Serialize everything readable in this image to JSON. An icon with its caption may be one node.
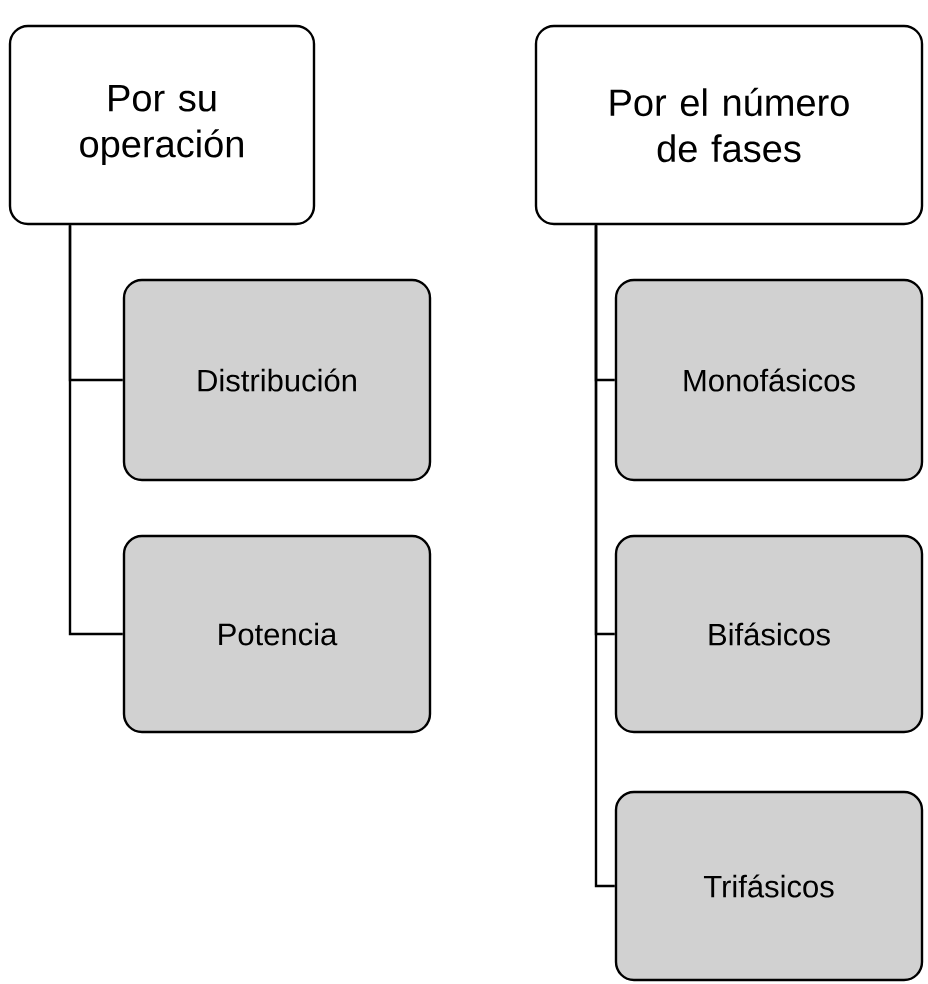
{
  "diagram": {
    "nodes": [
      {
        "text": [
          "Por su operación"
        ]
      },
      {
        "text": [
          "Distribución"
        ]
      },
      {
        "text": [
          "Potencia"
        ]
      },
      {
        "text": [
          "Por el número de fases"
        ]
      },
      {
        "text": [
          "Monofásicos"
        ]
      },
      {
        "text": [
          "Bifásicos"
        ]
      },
      {
        "text": [
          "Trifásicos"
        ]
      }
    ],
    "edges": [
      {
        "from": 0,
        "to": 1,
        "arrow": "none"
      },
      {
        "from": 0,
        "to": 2,
        "arrow": "none"
      },
      {
        "from": 3,
        "to": 4,
        "arrow": "none"
      },
      {
        "from": 3,
        "to": 5,
        "arrow": "none"
      },
      {
        "from": 3,
        "to": 6,
        "arrow": "none"
      }
    ]
  }
}
